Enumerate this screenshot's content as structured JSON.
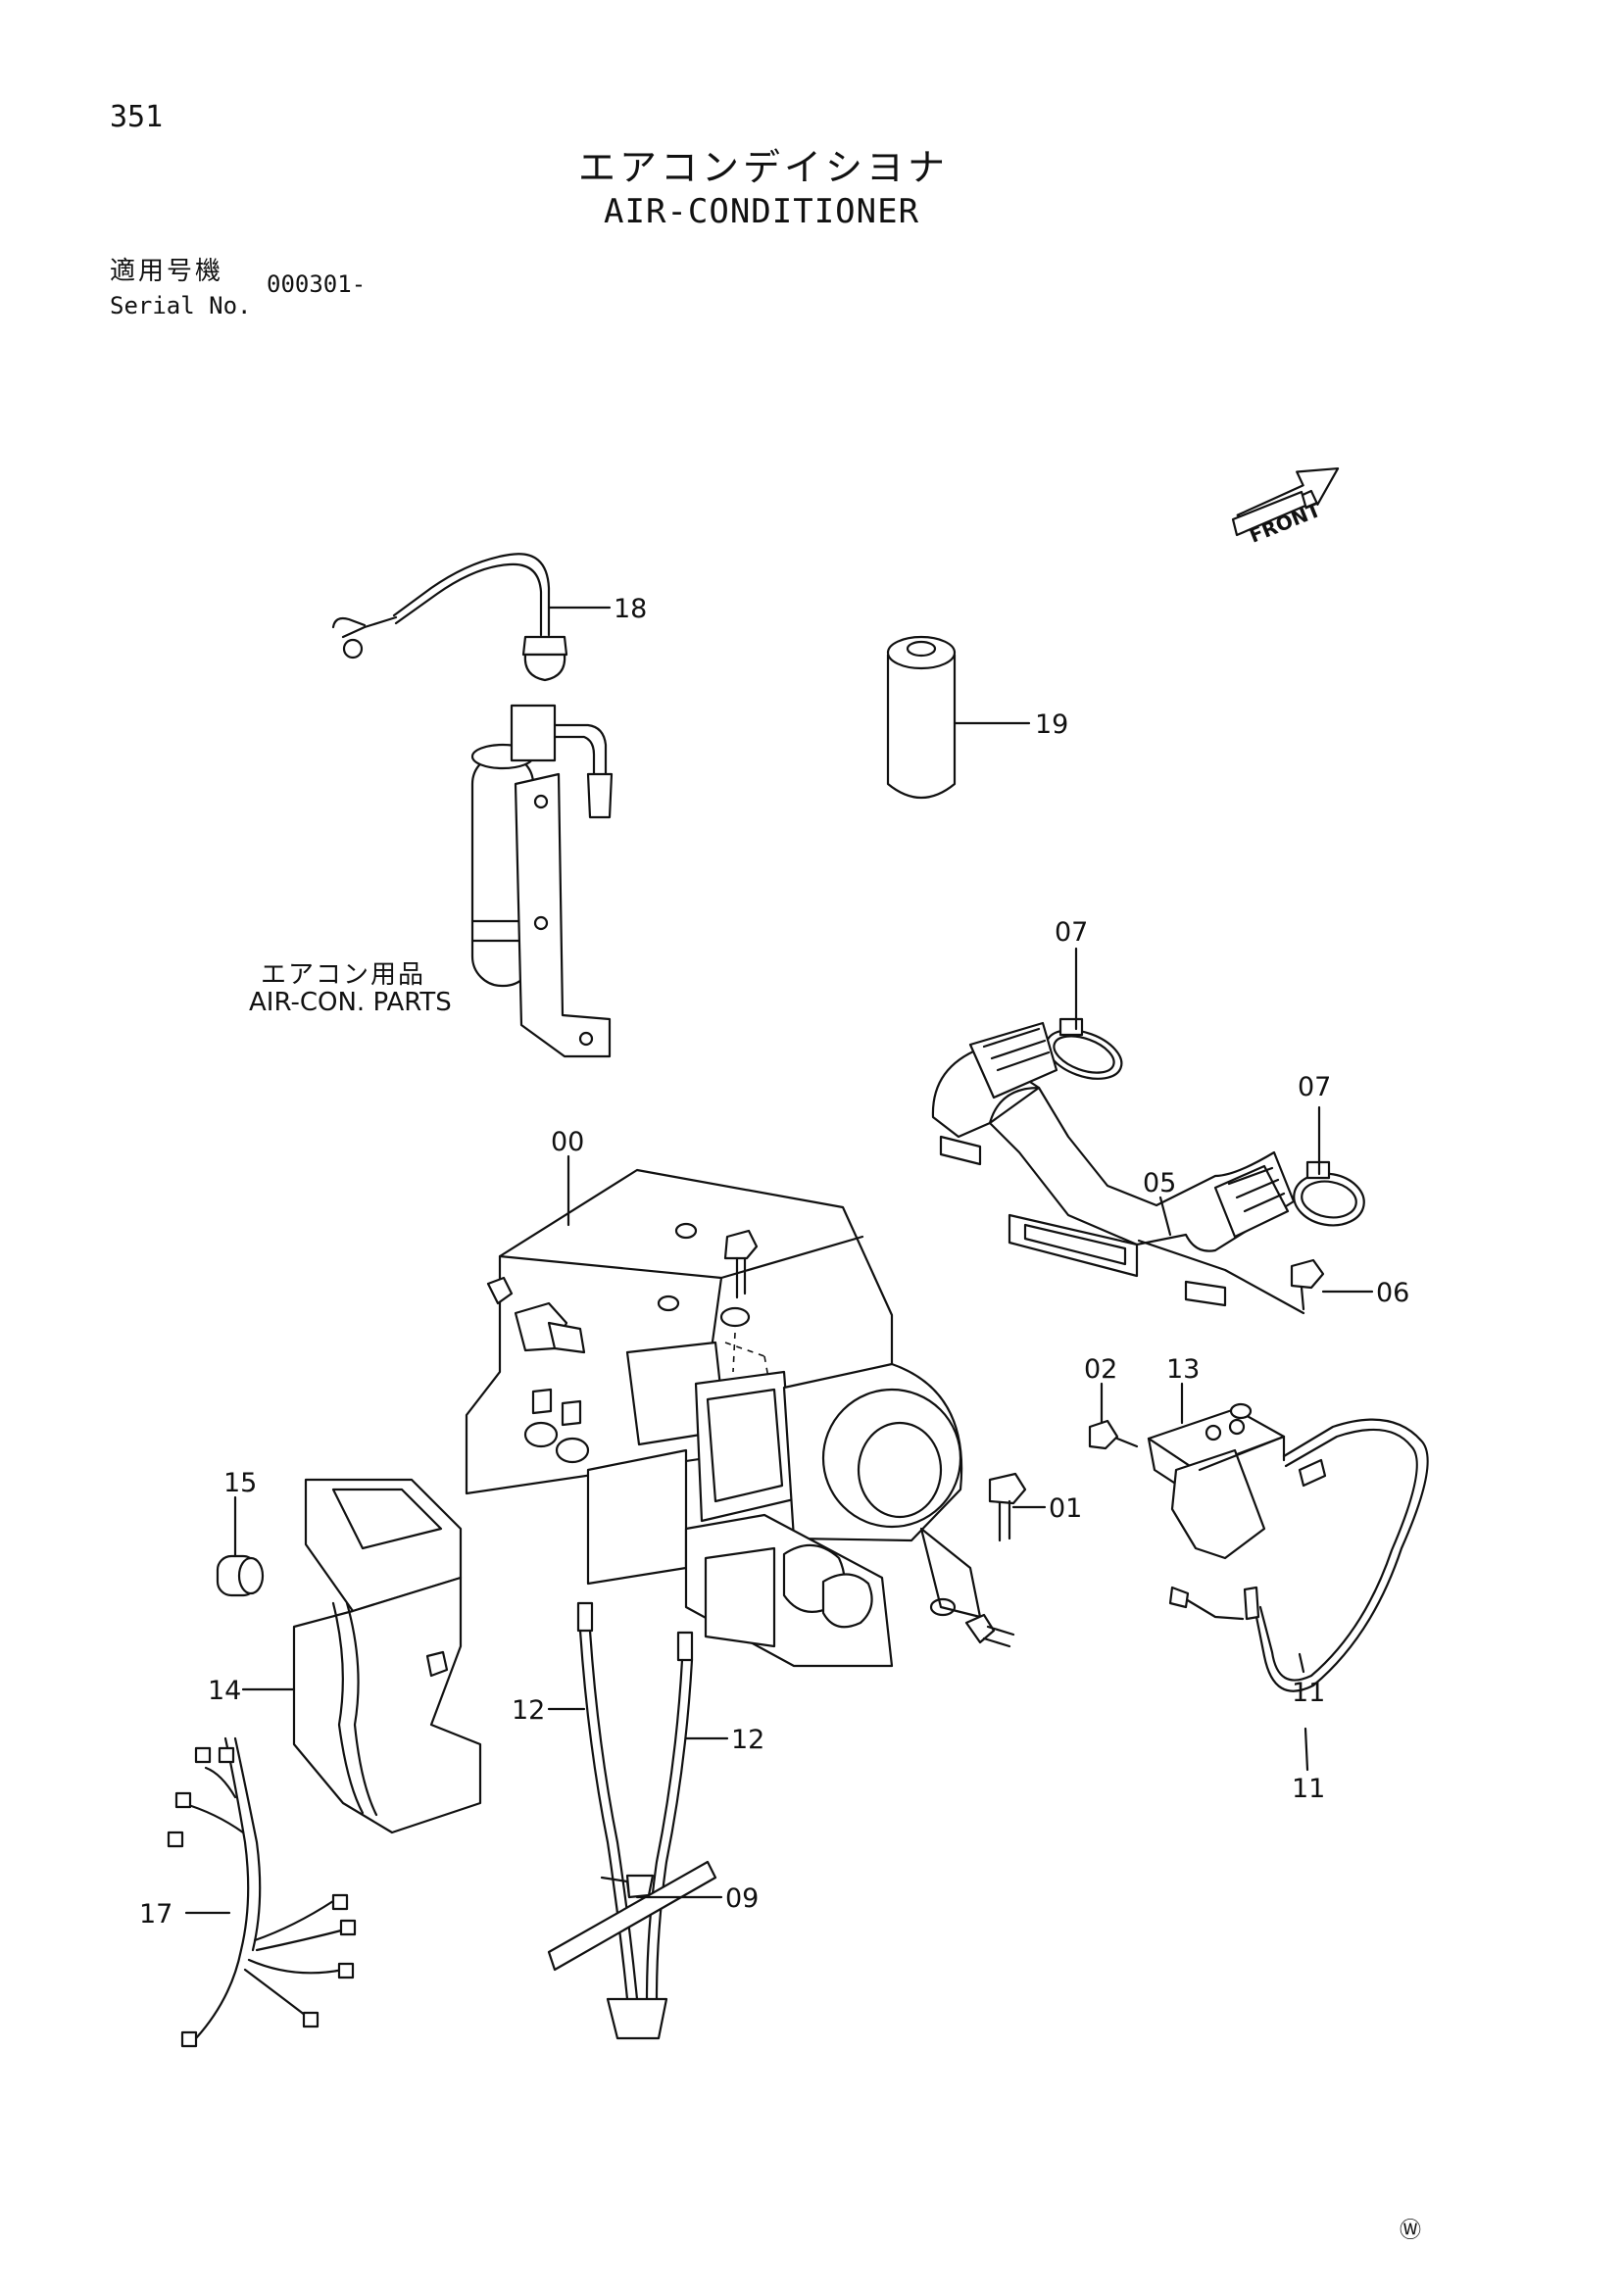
{
  "page_number": "351",
  "title_jp": "エアコンデイシヨナ",
  "title_en": "AIR-CONDITIONER",
  "serial": {
    "label_jp": "適用号機",
    "label_en": "Serial No.",
    "value": "000301-"
  },
  "note": {
    "jp": "エアコン用品",
    "en": "AIR-CON. PARTS"
  },
  "front_arrow": "FRONT",
  "corner_mark": "Ⓦ",
  "callouts": [
    "18",
    "19",
    "07",
    "07",
    "05",
    "00",
    "06",
    "02",
    "13",
    "01",
    "15",
    "14",
    "12",
    "12",
    "11",
    "11",
    "17",
    "09"
  ],
  "icons": {
    "front_arrow": "front-arrow-icon"
  }
}
